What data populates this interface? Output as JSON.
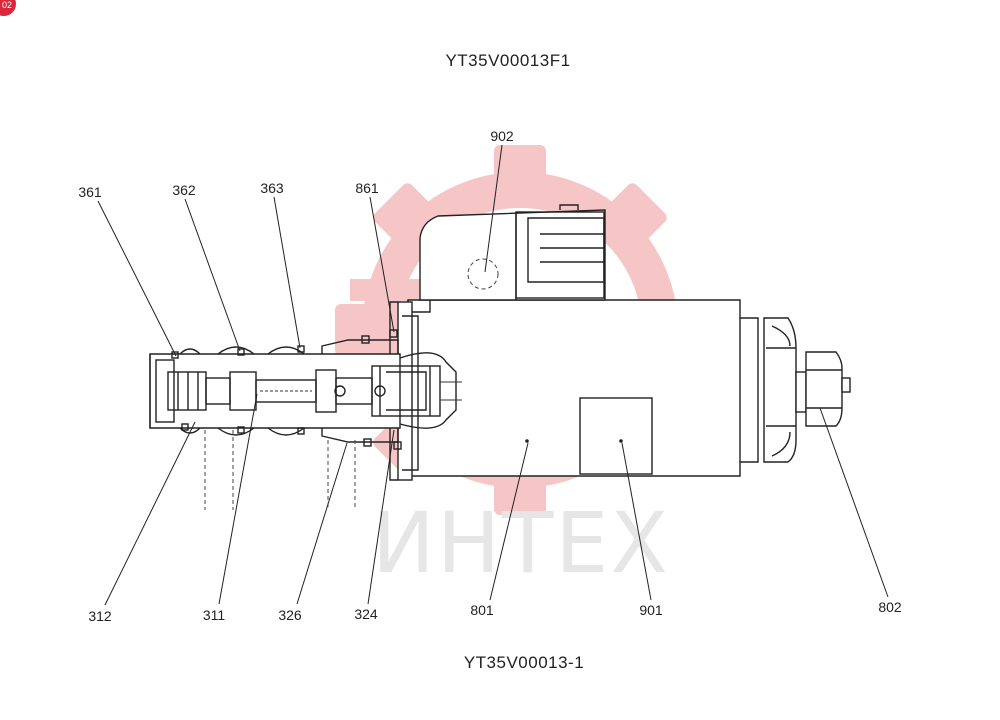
{
  "page": {
    "top_title": "YT35V00013F1",
    "bottom_title": "YT35V00013-1",
    "badge": "02"
  },
  "watermark": {
    "text": "ИНТЕХ",
    "logo_color": "#f4b3b3",
    "text_color": "#e6e6e6"
  },
  "labels": {
    "p361": "361",
    "p362": "362",
    "p363": "363",
    "p861": "861",
    "p902": "902",
    "p312": "312",
    "p311": "311",
    "p326": "326",
    "p324": "324",
    "p801": "801",
    "p901": "901",
    "p802": "802"
  }
}
